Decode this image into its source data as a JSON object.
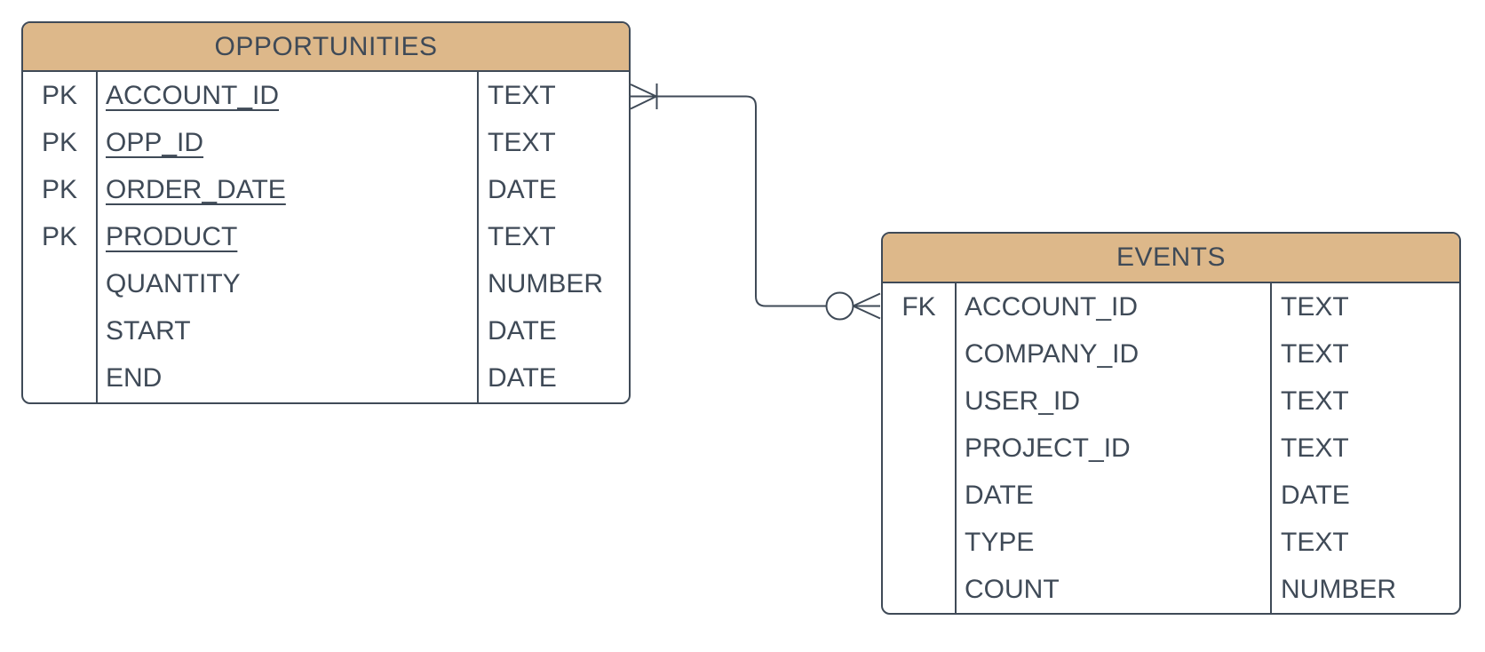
{
  "diagram": {
    "type": "entity-relationship",
    "colors": {
      "header_fill": "#DDB88A",
      "line": "#3F4A57",
      "text": "#3F4A57",
      "background": "#FFFFFF"
    },
    "tables": [
      {
        "name": "OPPORTUNITIES",
        "columns": [
          {
            "key": "PK",
            "name": "ACCOUNT_ID",
            "type": "TEXT",
            "underline": true
          },
          {
            "key": "PK",
            "name": "OPP_ID",
            "type": "TEXT",
            "underline": true
          },
          {
            "key": "PK",
            "name": "ORDER_DATE",
            "type": "DATE",
            "underline": true
          },
          {
            "key": "PK",
            "name": "PRODUCT",
            "type": "TEXT",
            "underline": true
          },
          {
            "key": "",
            "name": "QUANTITY",
            "type": "NUMBER",
            "underline": false
          },
          {
            "key": "",
            "name": "START",
            "type": "DATE",
            "underline": false
          },
          {
            "key": "",
            "name": "END",
            "type": "DATE",
            "underline": false
          }
        ]
      },
      {
        "name": "EVENTS",
        "columns": [
          {
            "key": "FK",
            "name": "ACCOUNT_ID",
            "type": "TEXT",
            "underline": false
          },
          {
            "key": "",
            "name": "COMPANY_ID",
            "type": "TEXT",
            "underline": false
          },
          {
            "key": "",
            "name": "USER_ID",
            "type": "TEXT",
            "underline": false
          },
          {
            "key": "",
            "name": "PROJECT_ID",
            "type": "TEXT",
            "underline": false
          },
          {
            "key": "",
            "name": "DATE",
            "type": "DATE",
            "underline": false
          },
          {
            "key": "",
            "name": "TYPE",
            "type": "TEXT",
            "underline": false
          },
          {
            "key": "",
            "name": "COUNT",
            "type": "NUMBER",
            "underline": false
          }
        ]
      }
    ],
    "relationship": {
      "from_table": "OPPORTUNITIES",
      "from_field": "ACCOUNT_ID",
      "from_cardinality": "one-or-many",
      "to_table": "EVENTS",
      "to_field": "ACCOUNT_ID",
      "to_cardinality": "zero-or-many"
    }
  }
}
